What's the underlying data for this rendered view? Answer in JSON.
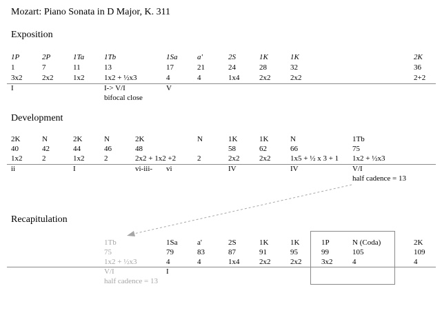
{
  "title": "Mozart: Piano Sonata in D Major, K. 311",
  "exposition": {
    "heading": "Exposition",
    "labels": [
      "1P",
      "2P",
      "1Ta",
      "1Tb",
      "1Sa",
      "a'",
      "2S",
      "1K",
      "1K",
      "2K"
    ],
    "measures": [
      "1",
      "7",
      "11",
      "13",
      "17",
      "21",
      "24",
      "28",
      "32",
      "36"
    ],
    "groupings": [
      "3x2",
      "2x2",
      "1x2",
      "1x2 + ½x3",
      "4",
      "4",
      "1x4",
      "2x2",
      "2x2",
      "2+2"
    ],
    "harmony": [
      "I",
      "I-> V/I",
      "V"
    ],
    "note": "bifocal  close"
  },
  "development": {
    "heading": "Development",
    "labels": [
      "2K",
      "N",
      "2K",
      "N",
      "2K",
      "N",
      "1K",
      "1K",
      "N",
      "1Tb"
    ],
    "measures": [
      "40",
      "42",
      "44",
      "46",
      "48",
      "58",
      "62",
      "66",
      "75"
    ],
    "groupings": [
      "1x2",
      "2",
      "1x2",
      "2",
      "2x2 + 1x2 +2",
      "2",
      "2x2",
      "2x2",
      "1x5 + ½ x 3 + 1",
      "1x2 + ½x3"
    ],
    "harmony": [
      "ii",
      "I",
      "vi-iii-",
      "vi",
      "IV",
      "IV",
      "V/I"
    ],
    "note": "half cadence  = 13"
  },
  "recapitulation": {
    "heading": "Recapitulation",
    "labels": [
      "1Tb",
      "1Sa",
      "a'",
      "2S",
      "1K",
      "1K",
      "1P",
      "N (Coda)",
      "2K"
    ],
    "measures": [
      "75",
      "79",
      "83",
      "87",
      "91",
      "95",
      "99",
      "105",
      "109"
    ],
    "groupings": [
      "1x2 + ½x3",
      "4",
      "4",
      "1x4",
      "2x2",
      "2x2",
      "3x2",
      "4",
      "4"
    ],
    "harmony": [
      "V/I",
      "I"
    ],
    "note": "half  cadence  = 13"
  },
  "colors": {
    "ghost": "#a6a6a6",
    "rule": "#8a8a8a",
    "box": "#888888"
  }
}
